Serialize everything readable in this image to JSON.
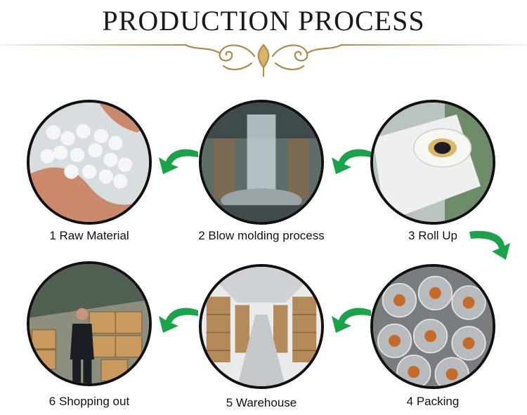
{
  "header": {
    "title": "PRODUCTION PROCESS"
  },
  "steps": [
    {
      "label": "1 Raw Material",
      "image": "plastic-pellets"
    },
    {
      "label": "2 Blow molding process",
      "image": "film-blowing-machine"
    },
    {
      "label": "3 Roll Up",
      "image": "film-roll"
    },
    {
      "label": "4 Packing",
      "image": "packed-rolls"
    },
    {
      "label": "5 Warehouse",
      "image": "warehouse-shelves"
    },
    {
      "label": "6 Shopping out",
      "image": "worker-with-boxes"
    }
  ],
  "colors": {
    "arrow": "#1aa34a",
    "ornament": "#b08a4a",
    "ring": "#111111"
  }
}
